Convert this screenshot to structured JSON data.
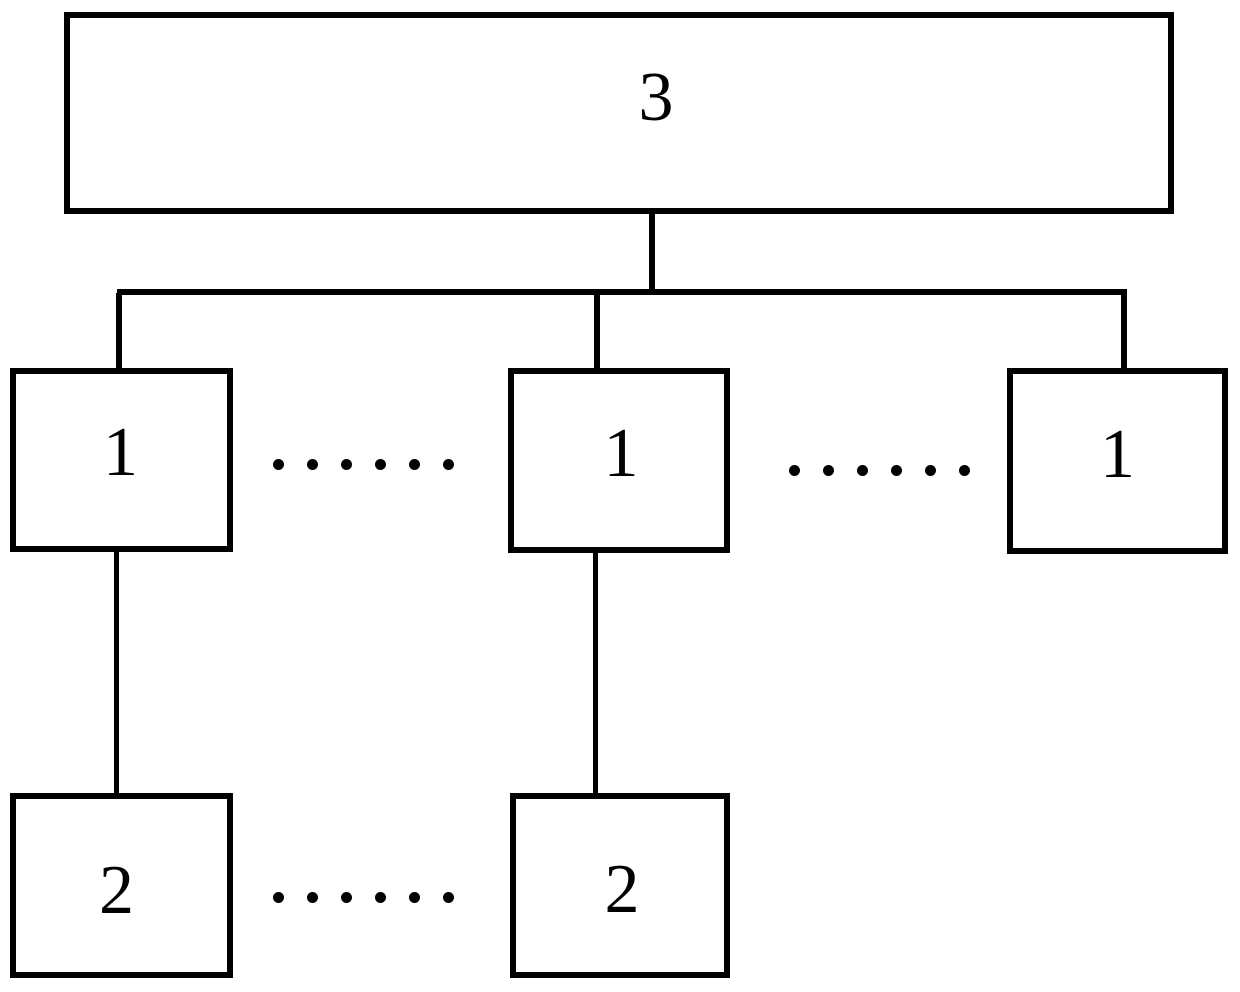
{
  "diagram": {
    "type": "block-diagram",
    "background_color": "#ffffff",
    "line_color": "#000000",
    "nodes": {
      "top": {
        "label": "3"
      },
      "unit_left": {
        "label": "1"
      },
      "unit_middle": {
        "label": "1"
      },
      "unit_right": {
        "label": "1"
      },
      "sub_left": {
        "label": "2"
      },
      "sub_middle": {
        "label": "2"
      }
    },
    "edges": [
      {
        "from": "top",
        "to": "unit_left"
      },
      {
        "from": "top",
        "to": "unit_middle"
      },
      {
        "from": "top",
        "to": "unit_right"
      },
      {
        "from": "unit_left",
        "to": "sub_left"
      },
      {
        "from": "unit_middle",
        "to": "sub_middle"
      }
    ],
    "ellipsis": {
      "between_unit_left_and_middle": 6,
      "between_unit_middle_and_right": 6,
      "between_sub_left_and_middle": 6
    }
  }
}
